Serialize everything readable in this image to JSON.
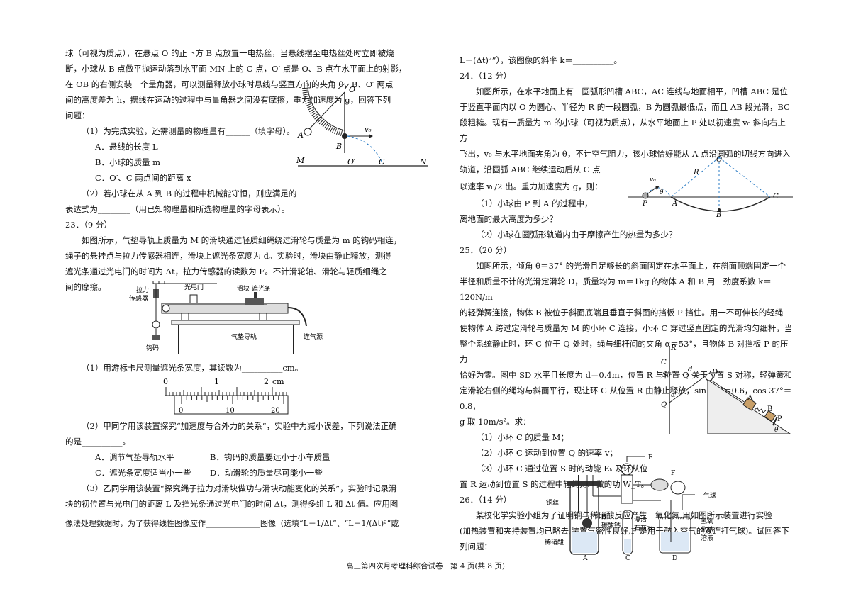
{
  "left": {
    "q22_intro": [
      "球（可视为质点），在悬点 O 的正下方 B 点放置一电热丝，当悬线摆至电热丝处时立即被烧",
      "断，小球从 B 点做平抛运动落到水平面 MN 上的 C 点，O′ 点是 O、B 点在水平面上的射影，",
      "在 OB 的右侧安装一个量角器，可以测量释放小球时悬线与竖直方向的夹角 θ，B、O′ 两点",
      "间的高度差为 h，摆线在运动的过程中与量角器之间没有摩擦，重力加速度为 g，回答下列",
      "问题："
    ],
    "q22_sub1": "（1）为完成实验，还需测量的物理量有______（填字母）。",
    "q22_opts": [
      "A．悬线的长度 L",
      "B．小球的质量 m",
      "C．O′、C 两点间的距离 x"
    ],
    "q22_sub2": [
      "（2）若小球在从 A 到 B 的过程中机械能守恒，则应满足的",
      "表达式为________（用已知物理量和所选物理量的字母表示）。"
    ],
    "q23_head": "23．（9 分）",
    "q23_intro": [
      "如图所示，气垫导轨上质量为 M 的滑块通过轻质细绳绕过滑轮与质量为 m 的钩码相连，",
      "绳子的悬挂点与拉力传感器相连，滑块上遮光条宽度为 d。实验时，滑块由静止释放，测得",
      "遮光条通过光电门的时间为 Δt，拉力传感器的读数为 F。不计滑轮轴、滑轮与轻质细绳之",
      "间的摩擦。"
    ],
    "fig23_labels": {
      "sensor": "拉力",
      "sensor2": "传感器",
      "gate": "光电门",
      "slider": "滑块 遮光条",
      "track": "气垫导轨",
      "air": "连气源",
      "weight": "钩码"
    },
    "q23_sub1": "（1）用游标卡尺测量遮光条宽度，其读数为__________cm。",
    "caliper": {
      "main_ticks": [
        "0",
        "1",
        "2"
      ],
      "unit": "cm",
      "vernier_ticks": [
        "0",
        "10",
        "20"
      ]
    },
    "q23_sub2": [
      "（2）甲同学用该装置探究“加速度与合外力的关系”，实验中为减小误差，下列说法正确",
      "的是__________。"
    ],
    "q23_opts": [
      [
        "A．调节气垫导轨水平",
        "B．钩码的质量要远小于小车质量"
      ],
      [
        "C．遮光条宽度适当小一些",
        "D．动滑轮的质量尽可能小一些"
      ]
    ],
    "q23_sub3": [
      "（3）乙同学用该装置“探究绳子拉力对滑块做功与滑块动能变化的关系”，实验时记录滑",
      "块的初位置与光电门的距离 L 及挡光条通过光电门的时间 Δt，测得多组 L 和 Δt 值。应用图",
      "像法处理数据时，为了获得线性图像应作______________图像（选填“L－1/Δt”、“L－1/(Δt)²”或"
    ],
    "fig22_labels": {
      "O": "O",
      "A": "A",
      "B": "B",
      "M": "M",
      "O2": "O′",
      "C": "C",
      "N": "N",
      "v": "v₀"
    }
  },
  "right": {
    "q23_tail": "L－(Δt)²”），该图像的斜率 k＝__________。",
    "q24_head": "24．（12 分）",
    "q24_intro": [
      "如图所示，在水平地面上有一圆弧形凹槽 ABC，AC 连线与地面相平，凹槽 ABC 是位",
      "于竖直平面内以 O 为圆心、半径为 R 的一段圆弧，B 为圆弧最低点，而且 AB 段光滑，BC",
      "段粗糙。现有一质量为 m 的小球（可视为质点），从水平地面上 P 处以初速度 v₀ 斜向右上方",
      "飞出，v₀ 与水平地面夹角为 θ，不计空气阻力，该小球恰好能从 A 点沿圆弧的切线方向进入",
      "轨道，沿圆弧 ABC 继续运动后从 C 点",
      "以速率 v₀/2 出。重力加速度为 g，则："
    ],
    "q24_sub1": [
      "（1）小球由 P 到 A 的过程中，",
      "离地面的最大高度为多少？"
    ],
    "q24_sub2": "（2）小球在圆弧形轨道内由于摩擦产生的热量为多少？",
    "fig24_labels": {
      "O": "O",
      "R": "R",
      "P": "P",
      "A": "A",
      "B": "B",
      "C": "C",
      "v": "v₀",
      "t": "θ"
    },
    "q25_head": "25．（20 分）",
    "q25_intro": [
      "如图所示，倾角 θ＝37° 的光滑且足够长的斜面固定在水平面上，在斜面顶端固定一个",
      "半径和质量不计的光滑定滑轮 D，质量均为 m＝1kg 的物体 A 和 B 用一劲度系数 k＝120N/m",
      "的轻弹簧连接，物体 B 被位于斜面底端且垂直于斜面的挡板 P 挡住。用一不可伸长的轻绳",
      "使物体 A 跨过定滑轮与质量为 M 的小环 C 连接，小环 C 穿过竖直固定的光滑均匀细杆，当",
      "整个系统静止时，环 C 位于 Q 处时，绳与细杆间的夹角 α＝53°，且物体 B 对挡板 P 的压力",
      "恰好为零。图中 SD 水平且长度为 d＝0.4m，位置 R 与位置 Q 关于位置 S 对称，轻弹簧和",
      "定滑轮右侧的绳均与斜面平行，现让环 C 从位置 R 由静止释放，sin 37°＝0.6，cos 37°＝0.8，",
      "g 取 10m/s²。求："
    ],
    "q25_subs": [
      "（1）小环 C 的质量 M；",
      "（2）小环 C 运动到位置 Q 的速率 v；",
      "（3）小环 C 通过位置 S 时的动能 Eₖ 及环从位",
      "置 R 运动到位置 S 的过程中轻绳对环做的功 W_T。"
    ],
    "fig25_labels": {
      "R": "R",
      "S": "S",
      "Q": "Q",
      "C": "C",
      "D": "D",
      "d": "d",
      "a": "α",
      "A": "A",
      "B": "B",
      "P": "P",
      "t": "θ"
    },
    "q26_head": "26．（14 分）",
    "q26_intro": [
      "某校化学实验小组为了证明铜与稀硝酸反应产生一氧化氮,用如图所示装置进行实验",
      "(加热装置和夹持装置均已略去,装置气密性良好,F 是用于鼓入空气的双连打气球)。试回答下",
      "列问题："
    ],
    "fig26_labels": {
      "copper": "铜丝",
      "acid": "稀硝酸",
      "caco3": "碳酸钙",
      "lime1": "澄清",
      "lime2": "石灰水",
      "naoh1": "氢氧",
      "naoh2": "化钠",
      "naoh3": "溶液",
      "balloon": "气球",
      "A": "A",
      "B": "B",
      "C": "C",
      "D": "D",
      "E": "E",
      "F": "F"
    }
  },
  "footer": "高三第四次月考理科综合试卷　第 4 页(共 8 页)"
}
